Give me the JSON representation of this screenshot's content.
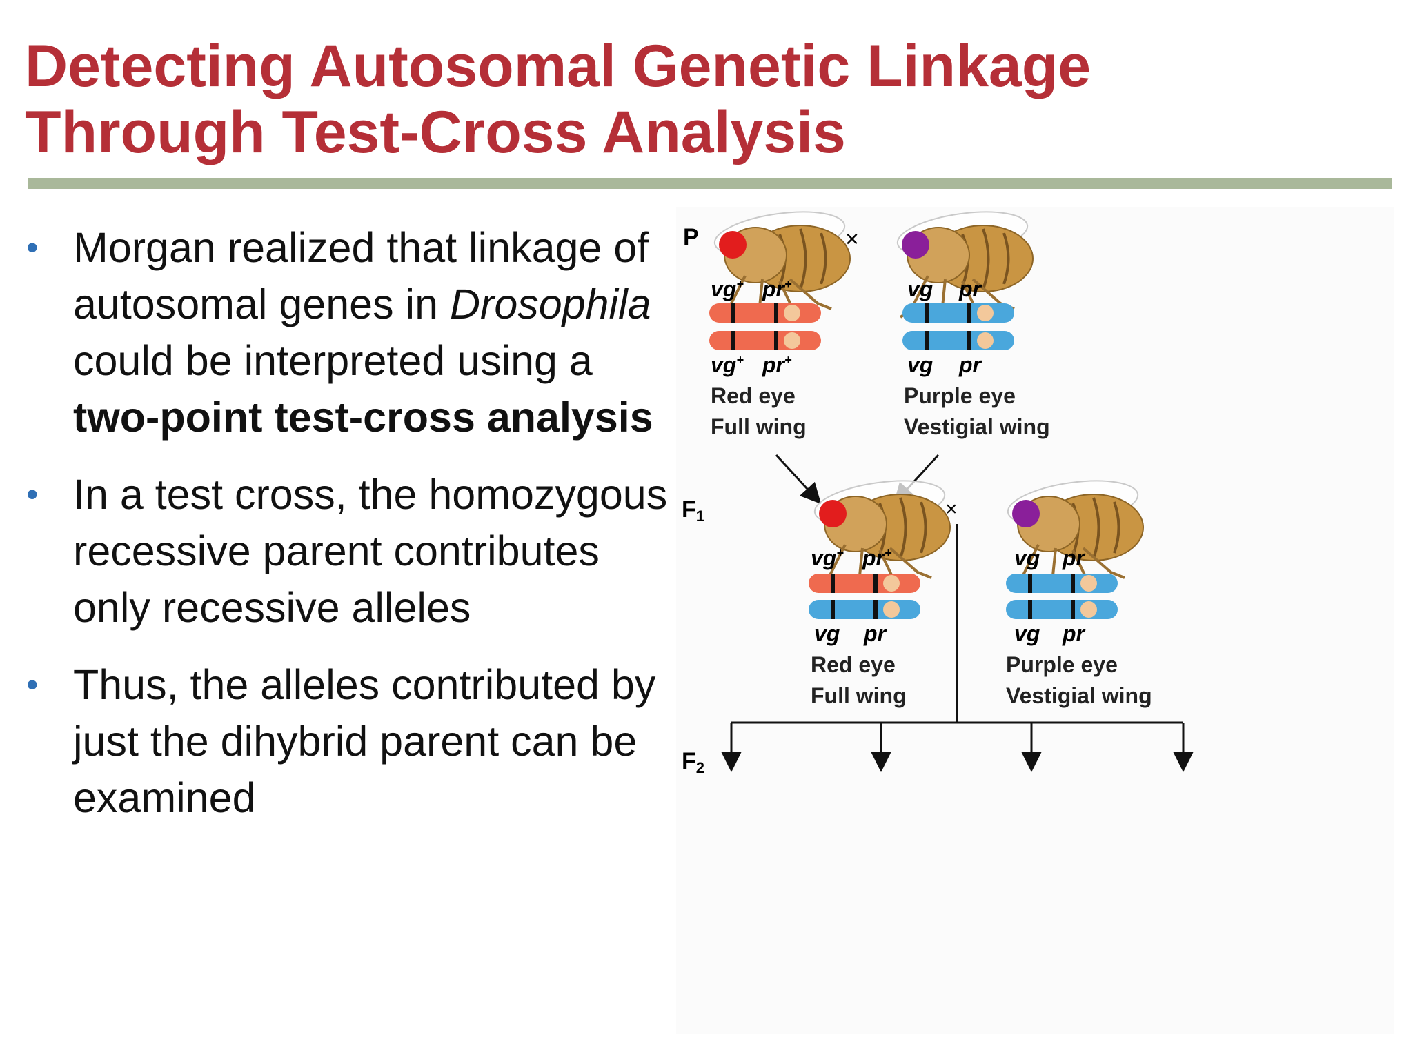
{
  "title": {
    "line1": "Detecting Autosomal Genetic Linkage",
    "line2": "Through Test-Cross Analysis"
  },
  "bullets": [
    {
      "text_a": "Morgan realized that linkage of autosomal genes in ",
      "italic": "Drosophila",
      "text_b": " could be interpreted using a ",
      "bold": "two-point test-cross analysis",
      "text_c": ""
    },
    {
      "text": "In a test cross, the homozygous recessive parent contributes only recessive alleles"
    },
    {
      "text": "Thus, the alleles contributed by just the dihybrid parent can be examined"
    }
  ],
  "figure": {
    "generations": {
      "p": "P",
      "f1": "F",
      "f1_sub": "1",
      "f2": "F",
      "f2_sub": "2"
    },
    "cross_symbol": "×",
    "colors": {
      "wildtype_chromosome": "#ef6a4f",
      "mutant_chromosome": "#4aa7dc",
      "centromere": "#f3c89b",
      "red_eye": "#e21d1d",
      "purple_eye": "#8a1f9a",
      "fly_body": "#c99543"
    },
    "parent_left": {
      "allele_top_1": "vg",
      "allele_top_1_sup": "+",
      "allele_top_2": "pr",
      "allele_top_2_sup": "+",
      "allele_bot_1": "vg",
      "allele_bot_1_sup": "+",
      "allele_bot_2": "pr",
      "allele_bot_2_sup": "+",
      "phenotype_1": "Red eye",
      "phenotype_2": "Full wing"
    },
    "parent_right": {
      "allele_top_1": "vg",
      "allele_top_2": "pr",
      "allele_bot_1": "vg",
      "allele_bot_2": "pr",
      "phenotype_1": "Purple eye",
      "phenotype_2": "Vestigial wing"
    },
    "f1_left": {
      "allele_top_1": "vg",
      "allele_top_1_sup": "+",
      "allele_top_2": "pr",
      "allele_top_2_sup": "+",
      "allele_bot_1": "vg",
      "allele_bot_2": "pr",
      "phenotype_1": "Red eye",
      "phenotype_2": "Full wing"
    },
    "f1_right": {
      "allele_top_1": "vg",
      "allele_top_2": "pr",
      "allele_bot_1": "vg",
      "allele_bot_2": "pr",
      "phenotype_1": "Purple eye",
      "phenotype_2": "Vestigial wing"
    }
  }
}
